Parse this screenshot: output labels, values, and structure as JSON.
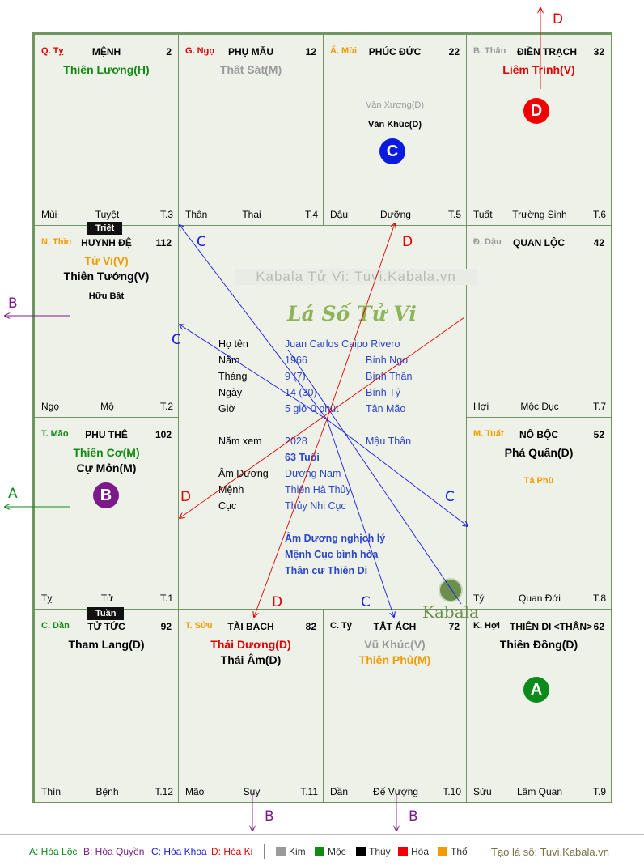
{
  "cells": [
    {
      "branch": "Q. Tỵ",
      "branch_color": "#e00000",
      "name": "MỆNH",
      "age": "2",
      "stars": [
        {
          "t": "Thiên Lương(H)",
          "c": "#128a12"
        }
      ],
      "minor": [],
      "foot": [
        "Mùi",
        "Tuyệt",
        "T.3"
      ]
    },
    {
      "branch": "G. Ngọ",
      "branch_color": "#e00000",
      "name": "PHỤ MẪU",
      "age": "12",
      "stars": [
        {
          "t": "Thất Sát(M)",
          "c": "#9a9a9a"
        }
      ],
      "minor": [],
      "foot": [
        "Thân",
        "Thai",
        "T.4"
      ]
    },
    {
      "branch": "Ấ. Mùi",
      "branch_color": "#f29b00",
      "name": "PHÚC ĐỨC",
      "age": "22",
      "stars": [],
      "minor": [
        {
          "t": "Văn Xương(D)",
          "c": "#9a9a9a"
        },
        {
          "t": "Văn Khúc(D)",
          "c": "#000"
        }
      ],
      "foot": [
        "Dậu",
        "Dưỡng",
        "T.5"
      ]
    },
    {
      "branch": "B. Thân",
      "branch_color": "#9a9a9a",
      "name": "ĐIỀN TRẠCH",
      "age": "32",
      "stars": [
        {
          "t": "Liêm Trinh(V)",
          "c": "#e00000"
        }
      ],
      "minor": [],
      "foot": [
        "Tuất",
        "Trường Sinh",
        "T.6"
      ]
    },
    {
      "branch": "N. Thìn",
      "branch_color": "#f29b00",
      "name": "HUYNH ĐỆ",
      "age": "112",
      "stars": [
        {
          "t": "Tử Vi(V)",
          "c": "#f29b00"
        },
        {
          "t": "Thiên Tướng(V)",
          "c": "#000"
        }
      ],
      "minor": [
        {
          "t": "Hữu Bật",
          "c": "#000"
        }
      ],
      "foot": [
        "Ngọ",
        "Mộ",
        "T.2"
      ]
    },
    {
      "branch": "Đ. Dậu",
      "branch_color": "#9a9a9a",
      "name": "QUAN LỘC",
      "age": "42",
      "stars": [],
      "minor": [],
      "foot": [
        "Hợi",
        "Mộc Dục",
        "T.7"
      ]
    },
    {
      "branch": "T. Mão",
      "branch_color": "#128a12",
      "name": "PHU THÊ",
      "age": "102",
      "stars": [
        {
          "t": "Thiên Cơ(M)",
          "c": "#128a12"
        },
        {
          "t": "Cự Môn(M)",
          "c": "#000"
        }
      ],
      "minor": [],
      "foot": [
        "Tỵ",
        "Tử",
        "T.1"
      ]
    },
    {
      "branch": "M. Tuất",
      "branch_color": "#f29b00",
      "name": "NÔ BỘC",
      "age": "52",
      "stars": [
        {
          "t": "Phá Quân(D)",
          "c": "#000"
        }
      ],
      "minor": [
        {
          "t": "Tả Phù",
          "c": "#f29b00"
        }
      ],
      "foot": [
        "Tý",
        "Quan Đới",
        "T.8"
      ]
    },
    {
      "branch": "C. Dần",
      "branch_color": "#128a12",
      "name": "TỬ TỨC",
      "age": "92",
      "stars": [
        {
          "t": "Tham Lang(D)",
          "c": "#000"
        }
      ],
      "minor": [],
      "foot": [
        "Thìn",
        "Bệnh",
        "T.12"
      ]
    },
    {
      "branch": "T. Sửu",
      "branch_color": "#f29b00",
      "name": "TÀI BẠCH",
      "age": "82",
      "stars": [
        {
          "t": "Thái Dương(D)",
          "c": "#e00000"
        },
        {
          "t": "Thái Âm(D)",
          "c": "#000"
        }
      ],
      "minor": [],
      "foot": [
        "Mão",
        "Suy",
        "T.11"
      ]
    },
    {
      "branch": "C. Tý",
      "branch_color": "#000",
      "name": "TẬT ÁCH",
      "age": "72",
      "stars": [
        {
          "t": "Vũ Khúc(V)",
          "c": "#9a9a9a"
        },
        {
          "t": "Thiên Phủ(M)",
          "c": "#f29b00"
        }
      ],
      "minor": [],
      "foot": [
        "Dần",
        "Đế Vượng",
        "T.10"
      ]
    },
    {
      "branch": "K. Hợi",
      "branch_color": "#000",
      "name": "THIÊN DI <THÂN>",
      "age": "62",
      "stars": [
        {
          "t": "Thiên Đồng(D)",
          "c": "#000"
        }
      ],
      "minor": [],
      "foot": [
        "Sửu",
        "Lâm Quan",
        "T.9"
      ]
    }
  ],
  "badges": [
    {
      "letter": "D",
      "color": "#f00000",
      "cell": "dien-trach"
    },
    {
      "letter": "C",
      "color": "#0a1adf",
      "cell": "phuc-duc"
    },
    {
      "letter": "B",
      "color": "#7b1b8a",
      "cell": "phu-the"
    },
    {
      "letter": "A",
      "color": "#0c8a1a",
      "cell": "thien-di"
    }
  ],
  "tags": {
    "triet": "Triệt",
    "tuan": "Tuần"
  },
  "watermark": "Kabala Tử Vi: Tuvi.Kabala.vn",
  "center_title": "Lá Số Tử Vi",
  "kabala_logo": "Kabala",
  "info": {
    "ho_ten_label": "Họ tên",
    "ho_ten": "Juan Carlos Caipo Rivero",
    "nam_label": "Năm",
    "nam": "1966",
    "nam_can": "Bính Ngọ",
    "thang_label": "Tháng",
    "thang": "9  (7)",
    "thang_can": "Bính Thân",
    "ngay_label": "Ngày",
    "ngay": "14  (30)",
    "ngay_can": "Bính Tý",
    "gio_label": "Giờ",
    "gio": "5 giờ 0 phút",
    "gio_can": "Tân Mão",
    "nam_xem_label": "Năm xem",
    "nam_xem": "2028",
    "nam_xem_can": "Mậu Thân",
    "tuoi": "63 Tuổi",
    "am_duong_label": "Âm Dương",
    "am_duong": "Dương Nam",
    "menh_label": "Mệnh",
    "menh": "Thiên Hà Thủy",
    "cuc_label": "Cục",
    "cuc": "Thủy Nhị Cục",
    "note1": "Âm Dương nghịch lý",
    "note2": "Mệnh Cục bình hòa",
    "note3": "Thân cư Thiên Di"
  },
  "arrow_labels": {
    "D": "D",
    "B": "B",
    "A": "A",
    "C": "C"
  },
  "legend": {
    "a": "A: Hóa Lộc",
    "b": "B: Hóa Quyền",
    "c": "C: Hóa Khoa",
    "d": "D: Hóa Kị",
    "kim": "Kim",
    "moc": "Mộc",
    "thuy": "Thủy",
    "hoa": "Hỏa",
    "tho": "Thổ",
    "credit": "Tạo lá số: Tuvi.Kabala.vn",
    "colors": {
      "kim": "#9a9a9a",
      "moc": "#128a12",
      "thuy": "#000000",
      "hoa": "#f00000",
      "tho": "#f29b00"
    }
  }
}
